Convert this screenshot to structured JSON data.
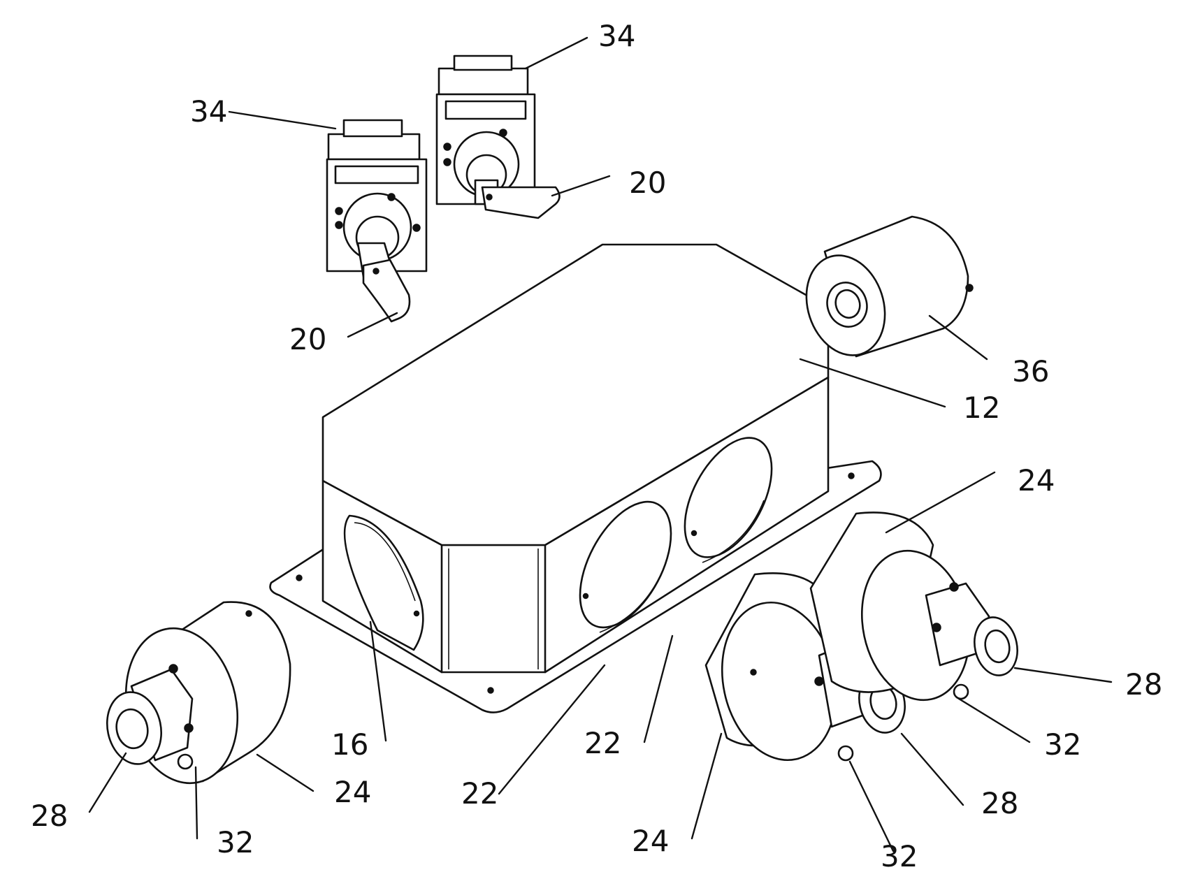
{
  "labels": {
    "l34_top": "34",
    "l34_left": "34",
    "l20_right": "20",
    "l20_left": "20",
    "l36": "36",
    "l12": "12",
    "l24_right": "24",
    "l28_right": "28",
    "l32_right": "32",
    "l22_mid": "22",
    "l22_left": "22",
    "l16": "16",
    "l24_left": "24",
    "l28_left": "28",
    "l32_left": "32",
    "l28_mid": "28",
    "l24_bottom": "24",
    "l32_bottom": "32"
  }
}
